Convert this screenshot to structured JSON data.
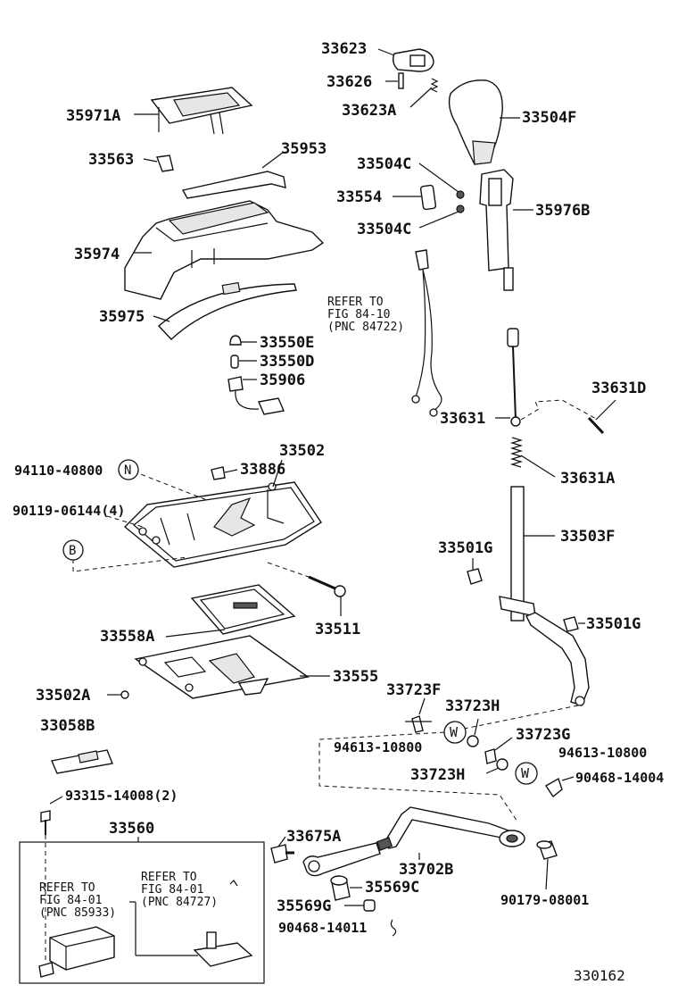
{
  "diagram_id": "330162",
  "labels": {
    "p33623": "33623",
    "p33626": "33626",
    "p33623A": "33623A",
    "p33504F": "33504F",
    "p35971A": "35971A",
    "p33563": "33563",
    "p35953": "35953",
    "p33504C_1": "33504C",
    "p33554": "33554",
    "p35976B": "35976B",
    "p33504C_2": "33504C",
    "p35974": "35974",
    "p35975": "35975",
    "p33550E": "33550E",
    "p33550D": "33550D",
    "p35906": "35906",
    "p33631D": "33631D",
    "p33631": "33631",
    "p33502": "33502",
    "p94110": "94110-40800",
    "p33886": "33886",
    "p33631A": "33631A",
    "p90119": "90119-06144(4)",
    "p33503F": "33503F",
    "p33501G_1": "33501G",
    "p33511": "33511",
    "p33501G_2": "33501G",
    "p33558A": "33558A",
    "p33555": "33555",
    "p33723F": "33723F",
    "p33502A": "33502A",
    "p33723H_1": "33723H",
    "p33058B": "33058B",
    "p94613_1": "94613-10800",
    "p33723G": "33723G",
    "p94613_2": "94613-10800",
    "p33723H_2": "33723H",
    "p90468_1": "90468-14004",
    "p93315": "93315-14008(2)",
    "p33560": "33560",
    "p33675A": "33675A",
    "p33702B": "33702B",
    "p35569C": "35569C",
    "p35569G": "35569G",
    "p90179": "90179-08001",
    "p90468_2": "90468-14011"
  },
  "markers": {
    "N": "N",
    "B": "B",
    "W1": "W",
    "W2": "W"
  },
  "refs": {
    "ref1": [
      "REFER TO",
      "FIG 84-10",
      "(PNC 84722)"
    ],
    "ref2": [
      "REFER TO",
      "FIG 84-01",
      "(PNC 85933)"
    ],
    "ref3": [
      "REFER TO",
      "FIG 84-01",
      "(PNC 84727)"
    ]
  }
}
